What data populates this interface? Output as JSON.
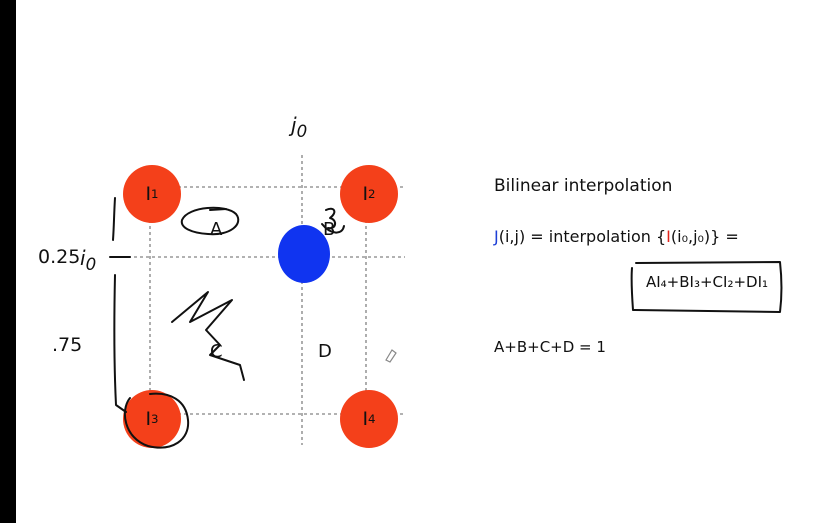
{
  "diagram": {
    "axis_j": "j",
    "axis_j_sub": "0",
    "axis_i": "i",
    "axis_i_sub": "0",
    "nodes": [
      {
        "label": "I",
        "sub": "1"
      },
      {
        "label": "I",
        "sub": "2"
      },
      {
        "label": "I",
        "sub": "3"
      },
      {
        "label": "I",
        "sub": "4"
      }
    ],
    "regions": [
      "A",
      "B",
      "C",
      "D"
    ],
    "handwritten_top": "0.25",
    "handwritten_bottom": ".75"
  },
  "panel": {
    "title": "Bilinear interpolation",
    "eq_J": "J",
    "eq_lhs": "(i,j) = interpolation {",
    "eq_I": "I",
    "eq_rest": "(i₀,j₀)} =",
    "box_formula": "AI₄+BI₃+CI₂+DI₁",
    "sum": "A+B+C+D = 1"
  },
  "colors": {
    "node_red": "#f4401a",
    "point_blue": "#1034f0",
    "J_color": "#1d3fd6",
    "I_color": "#e0241b"
  }
}
